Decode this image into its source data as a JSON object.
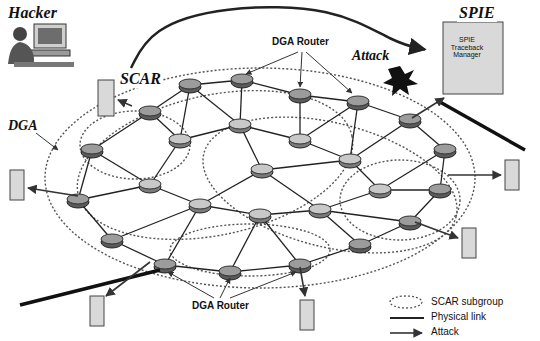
{
  "diagram": {
    "nodes": [
      {
        "text": [
          "Hacker"
        ]
      },
      {
        "text": [
          "SCAR"
        ]
      },
      {
        "text": [
          "SPIE",
          "SPIE Traceback Manager"
        ]
      }
    ],
    "edges": [
      {
        "from": 1,
        "to": 2,
        "arrow": "to"
      }
    ],
    "labels": [
      "DGA Router",
      "DGA Router",
      "DGA",
      "Attack"
    ],
    "legend": [
      {
        "text": "SCAR subgroup"
      },
      {
        "text": "Physical link"
      },
      {
        "text": "Attack"
      }
    ]
  }
}
